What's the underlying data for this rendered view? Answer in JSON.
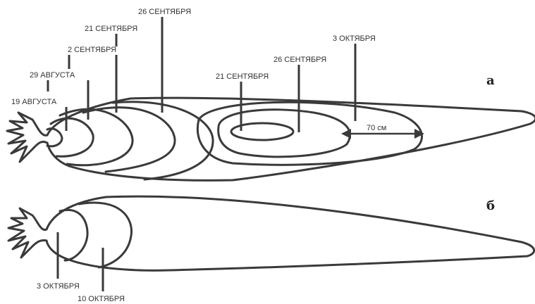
{
  "panels": {
    "a": "а",
    "b": "б"
  },
  "panel_a": {
    "labels": {
      "aug19": "19 АВГУСТА",
      "aug29": "29 АВГУСТА",
      "sep2": "2 СЕНТЯБРЯ",
      "sep21_left": "21 СЕНТЯБРЯ",
      "sep26_left": "26 СЕНТЯБРЯ",
      "sep21_right": "21 СЕНТЯБРЯ",
      "sep26_right": "26 СЕНТЯБРЯ",
      "oct3": "3 ОКТЯБРЯ"
    },
    "dimension": "70 см"
  },
  "panel_b": {
    "labels": {
      "oct3": "3 ОКТЯБРЯ",
      "oct10": "10 ОКТЯБРЯ"
    }
  },
  "colors": {
    "stroke": "#3a3a3a",
    "text": "#333333"
  }
}
